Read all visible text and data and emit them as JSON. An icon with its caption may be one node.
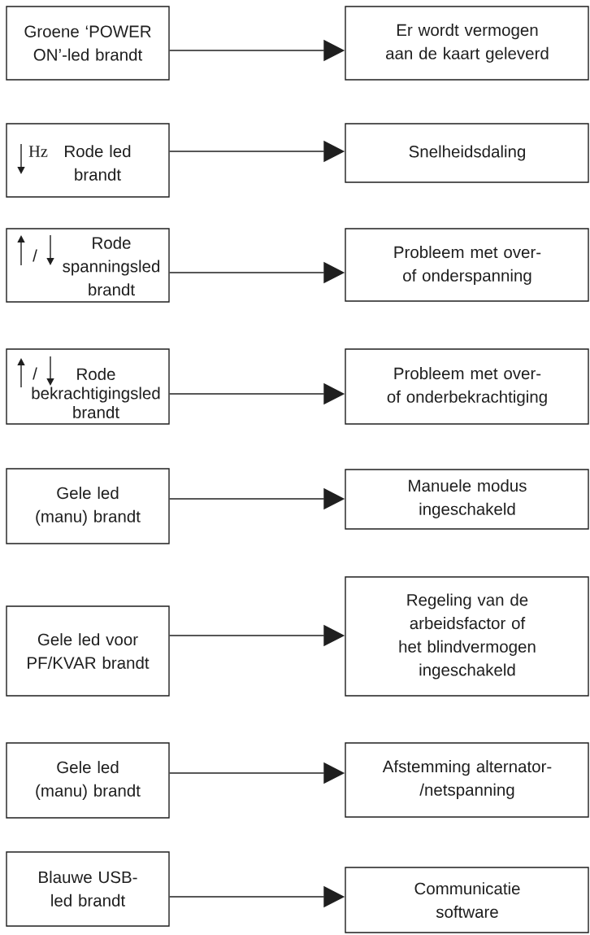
{
  "diagram": {
    "nodes": [
      {
        "text": [
          "Groene ‘POWER ON’-led brandt"
        ]
      },
      {
        "text": [
          "Er wordt vermogen aan de kaart geleverd"
        ]
      },
      {
        "text": [
          "Hz",
          "Rode led brandt"
        ]
      },
      {
        "text": [
          "Snelheidsdaling"
        ]
      },
      {
        "text": [
          "/",
          "Rode spanningsled brandt"
        ]
      },
      {
        "text": [
          "Probleem met over- of onderspanning"
        ]
      },
      {
        "text": [
          "/",
          "Rode bekrachtigingsled brandt"
        ]
      },
      {
        "text": [
          "Probleem met over- of onderbekrachtiging"
        ]
      },
      {
        "text": [
          "Gele led (manu) brandt"
        ]
      },
      {
        "text": [
          "Manuele modus ingeschakeld"
        ]
      },
      {
        "text": [
          "Gele led voor PF/KVAR brandt"
        ]
      },
      {
        "text": [
          "Regeling van de arbeidsfactor of het blindvermogen ingeschakeld"
        ]
      },
      {
        "text": [
          "Gele led (manu) brandt"
        ]
      },
      {
        "text": [
          "Afstemming alternator-/netspanning"
        ]
      },
      {
        "text": [
          "Blauwe USB-led brandt"
        ]
      },
      {
        "text": [
          "Communicatie software"
        ]
      }
    ],
    "edges": [
      {
        "from": 0,
        "to": 1,
        "arrow": "to"
      },
      {
        "from": 2,
        "to": 3,
        "arrow": "to"
      },
      {
        "from": 4,
        "to": 5,
        "arrow": "to"
      },
      {
        "from": 6,
        "to": 7,
        "arrow": "to"
      },
      {
        "from": 8,
        "to": 9,
        "arrow": "to"
      },
      {
        "from": 10,
        "to": 11,
        "arrow": "to"
      },
      {
        "from": 12,
        "to": 13,
        "arrow": "to"
      },
      {
        "from": 14,
        "to": 15,
        "arrow": "to"
      }
    ]
  }
}
